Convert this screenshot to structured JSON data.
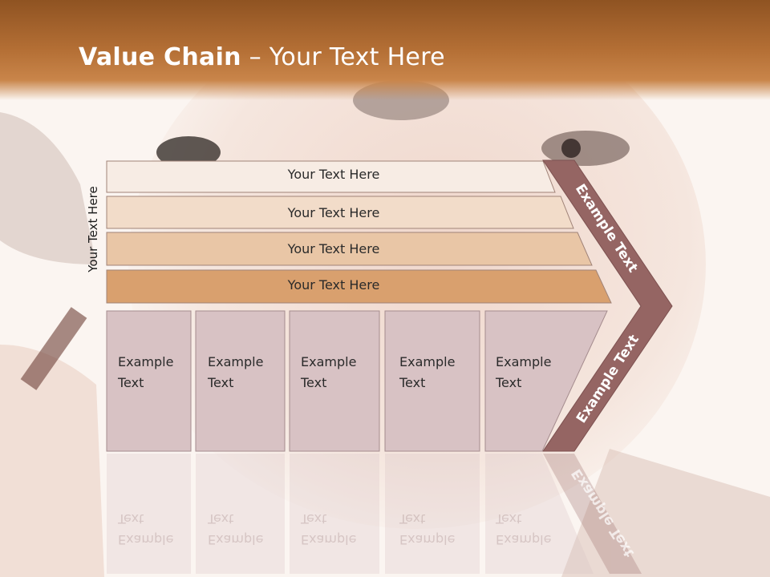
{
  "title": {
    "bold": "Value Chain",
    "rest": " – Your Text Here"
  },
  "side_label": "Your Text Here",
  "bars": [
    {
      "label": "Your Text Here",
      "color": "#f7ece4"
    },
    {
      "label": "Your Text Here",
      "color": "#f2dcc9"
    },
    {
      "label": "Your Text Here",
      "color": "#e9c6a6"
    },
    {
      "label": "Your Text Here",
      "color": "#d9a06e"
    }
  ],
  "boxes": [
    {
      "line1": "Example",
      "line2": "Text"
    },
    {
      "line1": "Example",
      "line2": "Text"
    },
    {
      "line1": "Example",
      "line2": "Text"
    },
    {
      "line1": "Example",
      "line2": "Text"
    },
    {
      "line1": "Example",
      "line2": "Text"
    }
  ],
  "chevron": {
    "upper_label": "Example Text",
    "lower_label": "Example Text",
    "color": "#956563"
  },
  "colors": {
    "header": "#b46f35",
    "box_fill": "#d8c2c4",
    "box_border": "#a58c8e"
  }
}
